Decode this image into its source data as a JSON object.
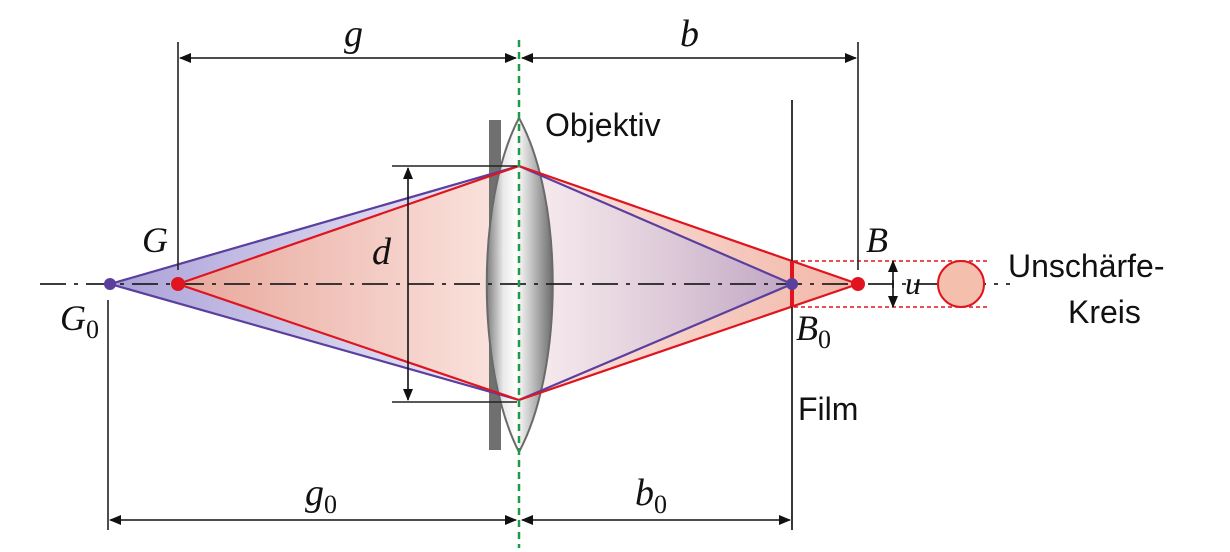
{
  "labels": {
    "g": "g",
    "b": "b",
    "g0_base": "g",
    "g0_sub": "0",
    "b0_base": "b",
    "b0_sub": "0",
    "G": "G",
    "G0_base": "G",
    "G0_sub": "0",
    "B": "B",
    "B0_base": "B",
    "B0_sub": "0",
    "d": "d",
    "u": "u",
    "objektiv": "Objektiv",
    "film": "Film",
    "circle_line1": "Unschärfe-",
    "circle_line2": "Kreis"
  },
  "colors": {
    "red": "#e0141e",
    "purple": "#5b3f9e",
    "green": "#1e9b46",
    "lens_gray": "#8c8c8c",
    "red_fill": "#f6c7bd",
    "purple_fill": "#c8c2e4"
  }
}
